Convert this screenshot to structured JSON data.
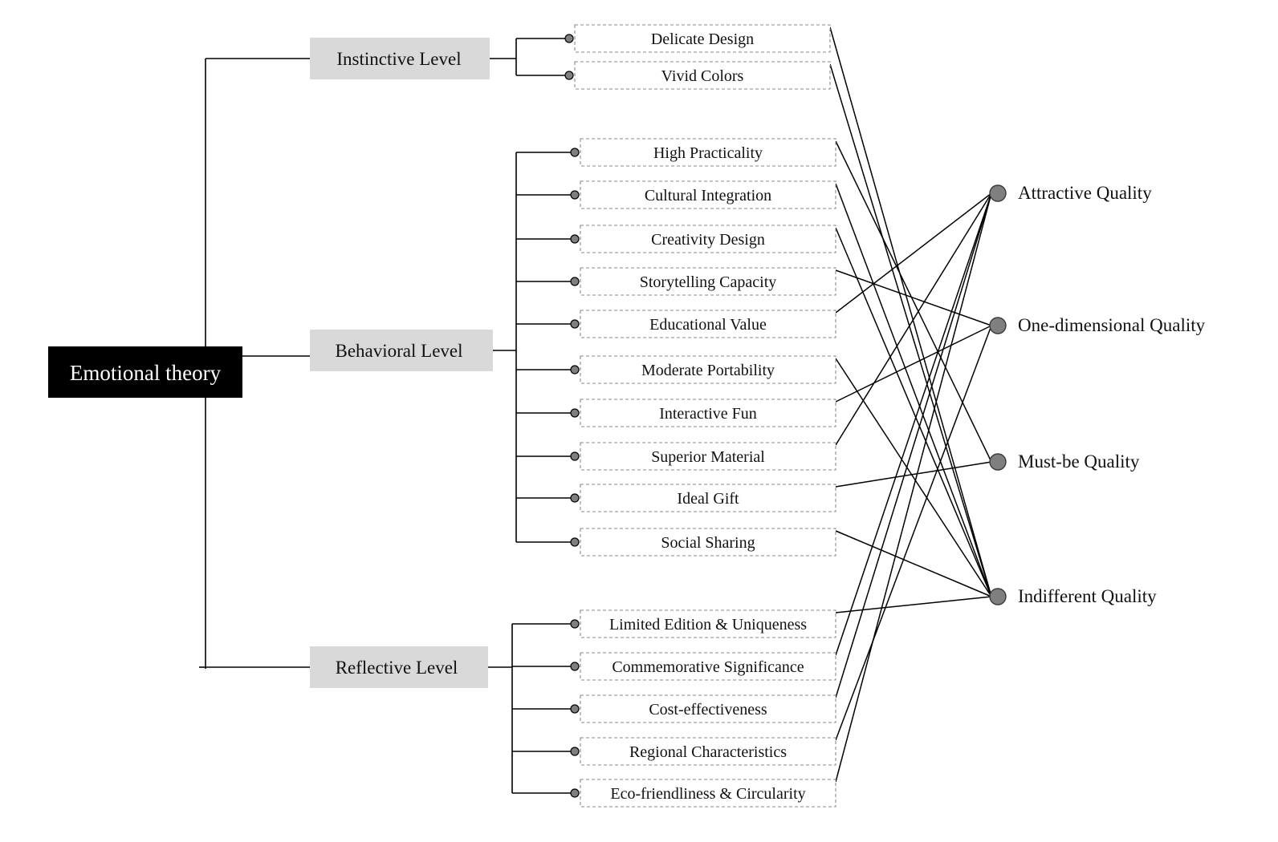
{
  "root": {
    "label": "Emotional theory"
  },
  "levels": [
    {
      "id": "instinctive",
      "label": "Instinctive Level",
      "items": [
        "Delicate Design",
        "Vivid Colors"
      ]
    },
    {
      "id": "behavioral",
      "label": "Behavioral Level",
      "items": [
        "High Practicality",
        "Cultural Integration",
        "Creativity Design",
        "Storytelling Capacity",
        "Educational Value",
        "Moderate Portability",
        "Interactive Fun",
        "Superior Material",
        "Ideal Gift",
        "Social Sharing"
      ]
    },
    {
      "id": "reflective",
      "label": "Reflective Level",
      "items": [
        "Limited Edition & Uniqueness",
        "Commemorative Significance",
        "Cost-effectiveness",
        "Regional Characteristics",
        "Eco-friendliness & Circularity"
      ]
    }
  ],
  "qualities": [
    "Attractive Quality",
    "One-dimensional Quality",
    "Must-be Quality",
    "Indifferent Quality"
  ],
  "links": [
    {
      "item": "Delicate Design",
      "quality": "Indifferent Quality"
    },
    {
      "item": "Vivid Colors",
      "quality": "Indifferent Quality"
    },
    {
      "item": "High Practicality",
      "quality": "Must-be Quality"
    },
    {
      "item": "Cultural Integration",
      "quality": "Indifferent Quality"
    },
    {
      "item": "Creativity Design",
      "quality": "Indifferent Quality"
    },
    {
      "item": "Storytelling Capacity",
      "quality": "One-dimensional Quality"
    },
    {
      "item": "Educational Value",
      "quality": "Attractive Quality"
    },
    {
      "item": "Moderate Portability",
      "quality": "Indifferent Quality"
    },
    {
      "item": "Interactive Fun",
      "quality": "One-dimensional Quality"
    },
    {
      "item": "Superior Material",
      "quality": "Attractive Quality"
    },
    {
      "item": "Ideal Gift",
      "quality": "Must-be Quality"
    },
    {
      "item": "Social Sharing",
      "quality": "Indifferent Quality"
    },
    {
      "item": "Limited Edition & Uniqueness",
      "quality": "Indifferent Quality"
    },
    {
      "item": "Commemorative Significance",
      "quality": "Attractive Quality"
    },
    {
      "item": "Cost-effectiveness",
      "quality": "Attractive Quality"
    },
    {
      "item": "Regional Characteristics",
      "quality": "One-dimensional Quality"
    },
    {
      "item": "Eco-friendliness & Circularity",
      "quality": "Attractive Quality"
    }
  ],
  "colors": {
    "root_fill": "#000000",
    "level_fill": "#d9d9d9",
    "node_fill": "#7f7f7f"
  }
}
